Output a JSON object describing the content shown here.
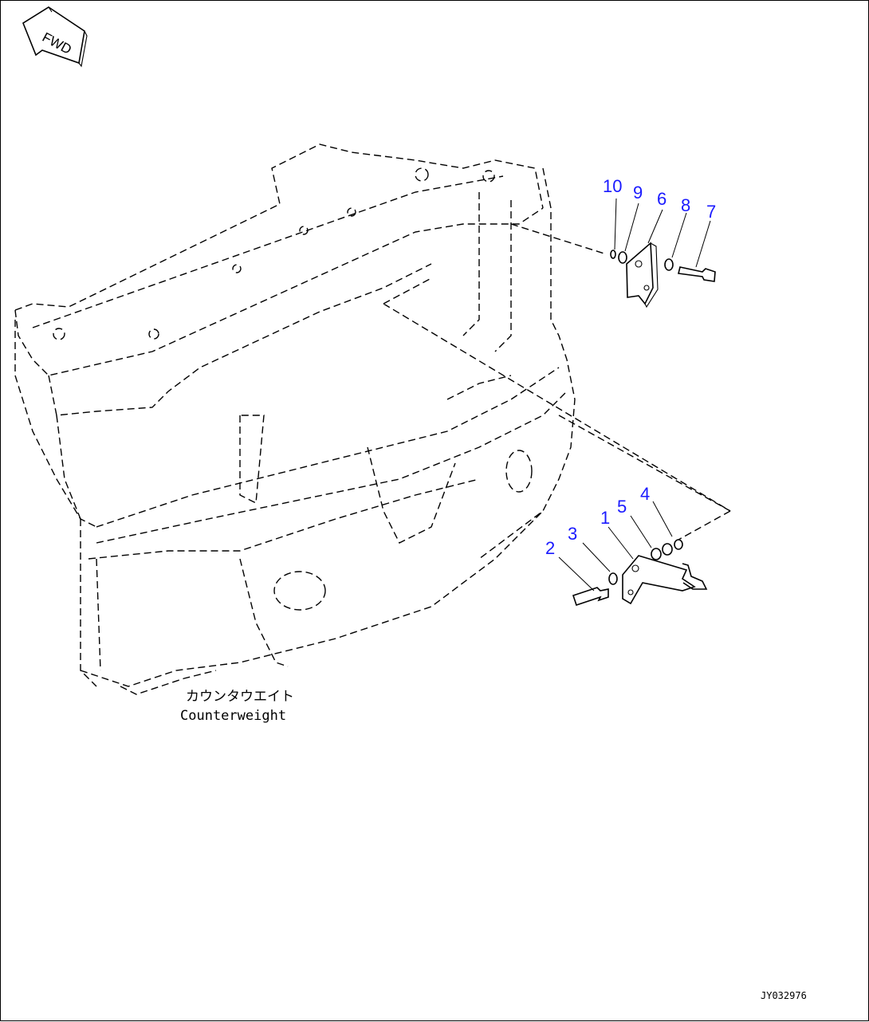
{
  "direction_label": "FWD",
  "caption": {
    "japanese": "カウンタウエイト",
    "english": "Counterweight"
  },
  "drawing_code": "JY032976",
  "callouts": [
    "1",
    "2",
    "3",
    "4",
    "5",
    "6",
    "7",
    "8",
    "9",
    "10"
  ],
  "colors": {
    "callout": "#1a1aff",
    "line": "#000000",
    "background": "#ffffff"
  }
}
